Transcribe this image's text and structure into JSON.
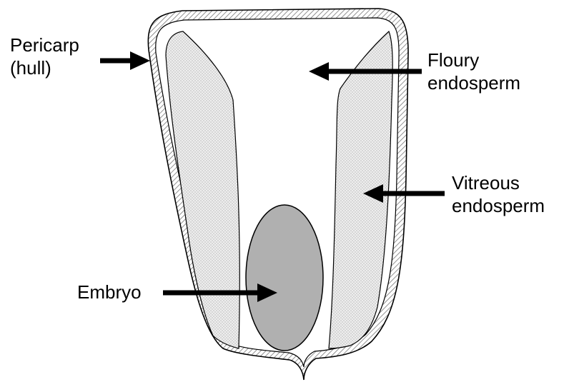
{
  "labels": {
    "pericarp": {
      "line1": "Pericarp",
      "line2": "(hull)"
    },
    "floury": {
      "line1": "Floury",
      "line2": "endosperm"
    },
    "vitreous": {
      "line1": "Vitreous",
      "line2": "endosperm"
    },
    "embryo": {
      "line1": "Embryo"
    }
  },
  "colors": {
    "outline": "#000000",
    "hull_fill": "#d8d8d8",
    "vitreous_fill": "#e6e6e6",
    "vitreous_dots": "#9a9a9a",
    "embryo_fill": "#b0b0b0",
    "arrow": "#000000",
    "background": "#ffffff"
  }
}
